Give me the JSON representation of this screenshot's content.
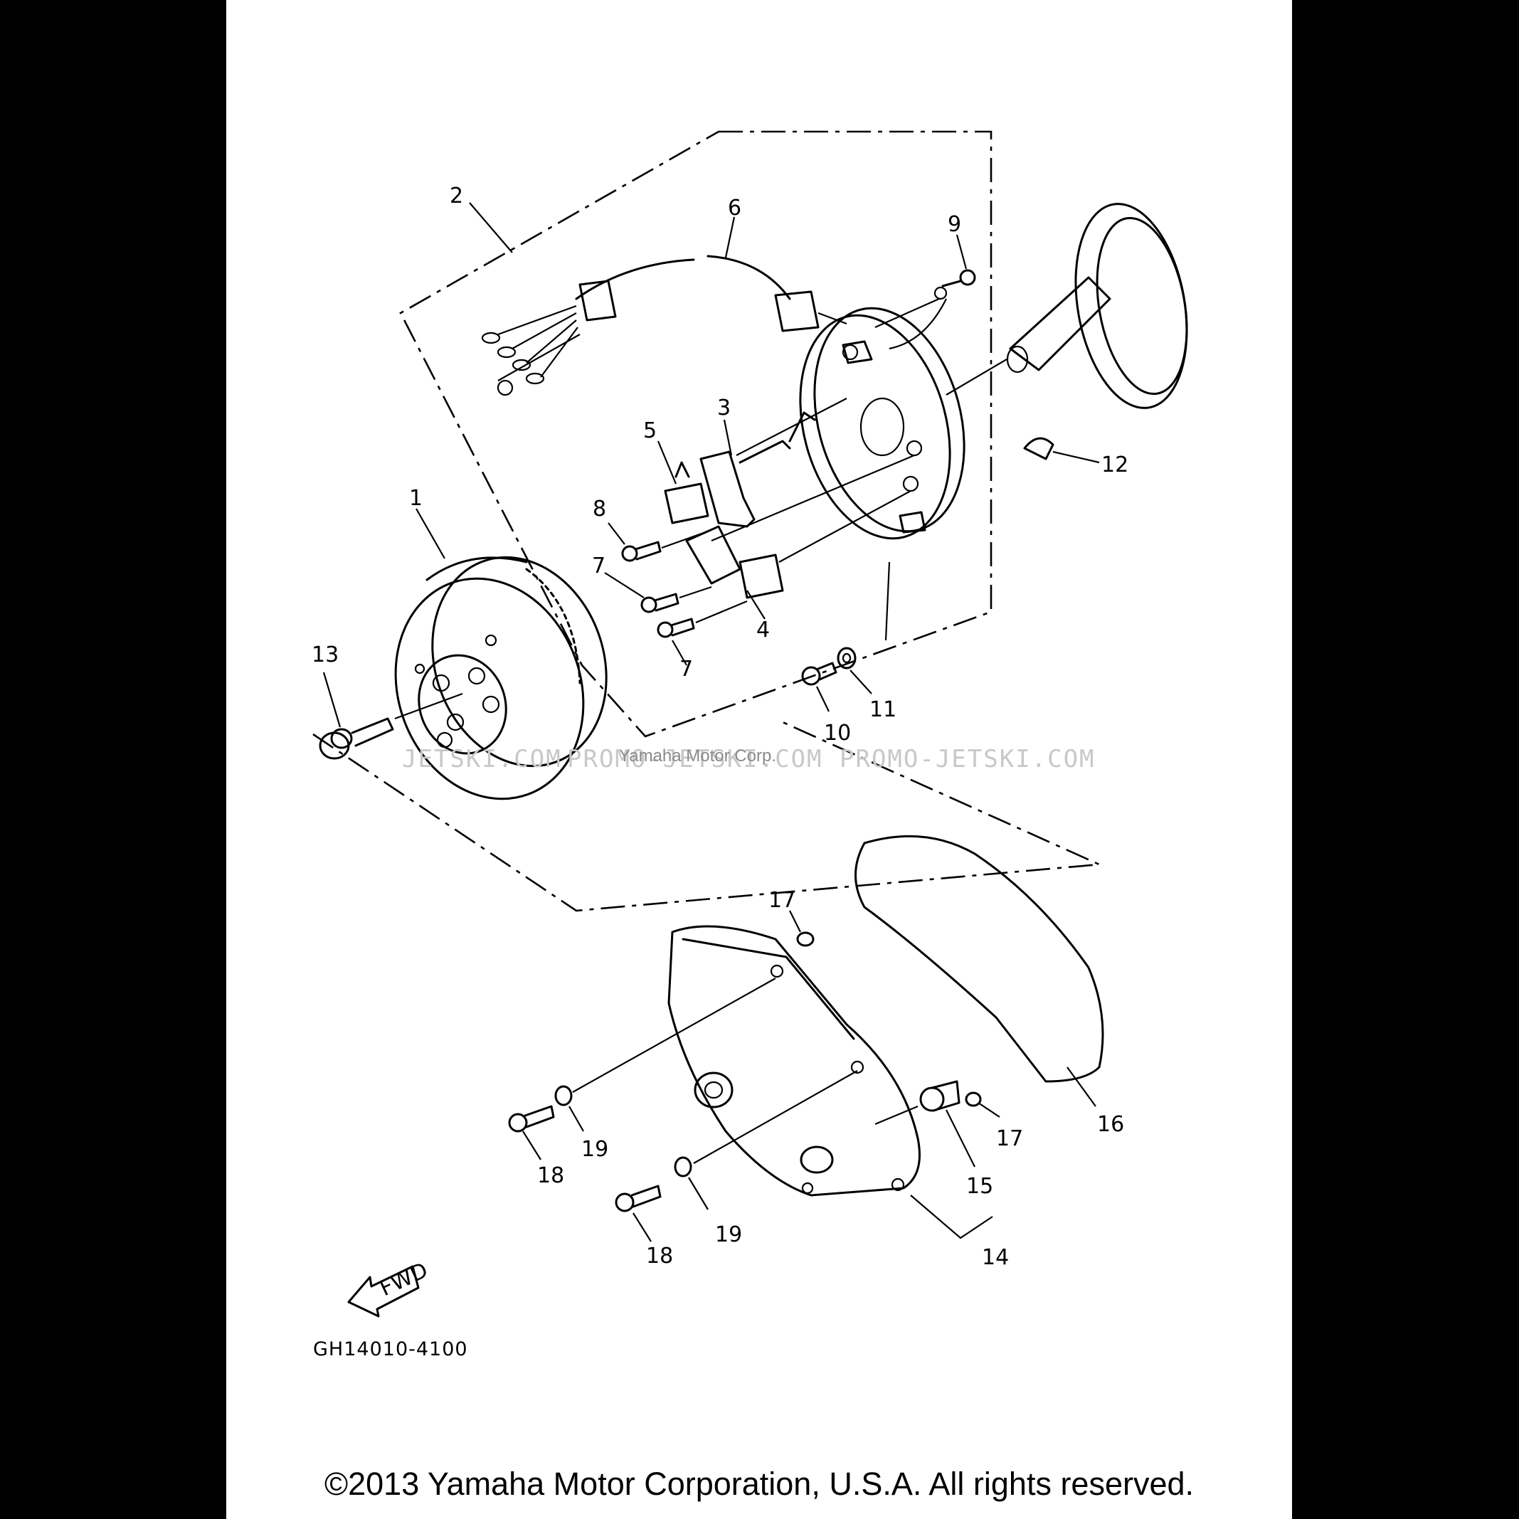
{
  "callouts": {
    "c1": "1",
    "c2": "2",
    "c3": "3",
    "c4": "4",
    "c5": "5",
    "c6": "6",
    "c7a": "7",
    "c7b": "7",
    "c8": "8",
    "c9": "9",
    "c10": "10",
    "c11": "11",
    "c12": "12",
    "c13": "13",
    "c14": "14",
    "c15": "15",
    "c16": "16",
    "c17a": "17",
    "c17b": "17",
    "c18a": "18",
    "c18b": "18",
    "c19a": "19",
    "c19b": "19"
  },
  "watermark": {
    "left": "JETSKI.COM",
    "middle": "PROMO-JETSKI.COM",
    "right": "PROMO-JETSKI.COM",
    "credit": "Yamaha Motor Corp."
  },
  "fwd_label": "FWD",
  "figure_code": "GH14010-4100",
  "copyright": "©2013 Yamaha Motor Corporation, U.S.A. All rights reserved."
}
